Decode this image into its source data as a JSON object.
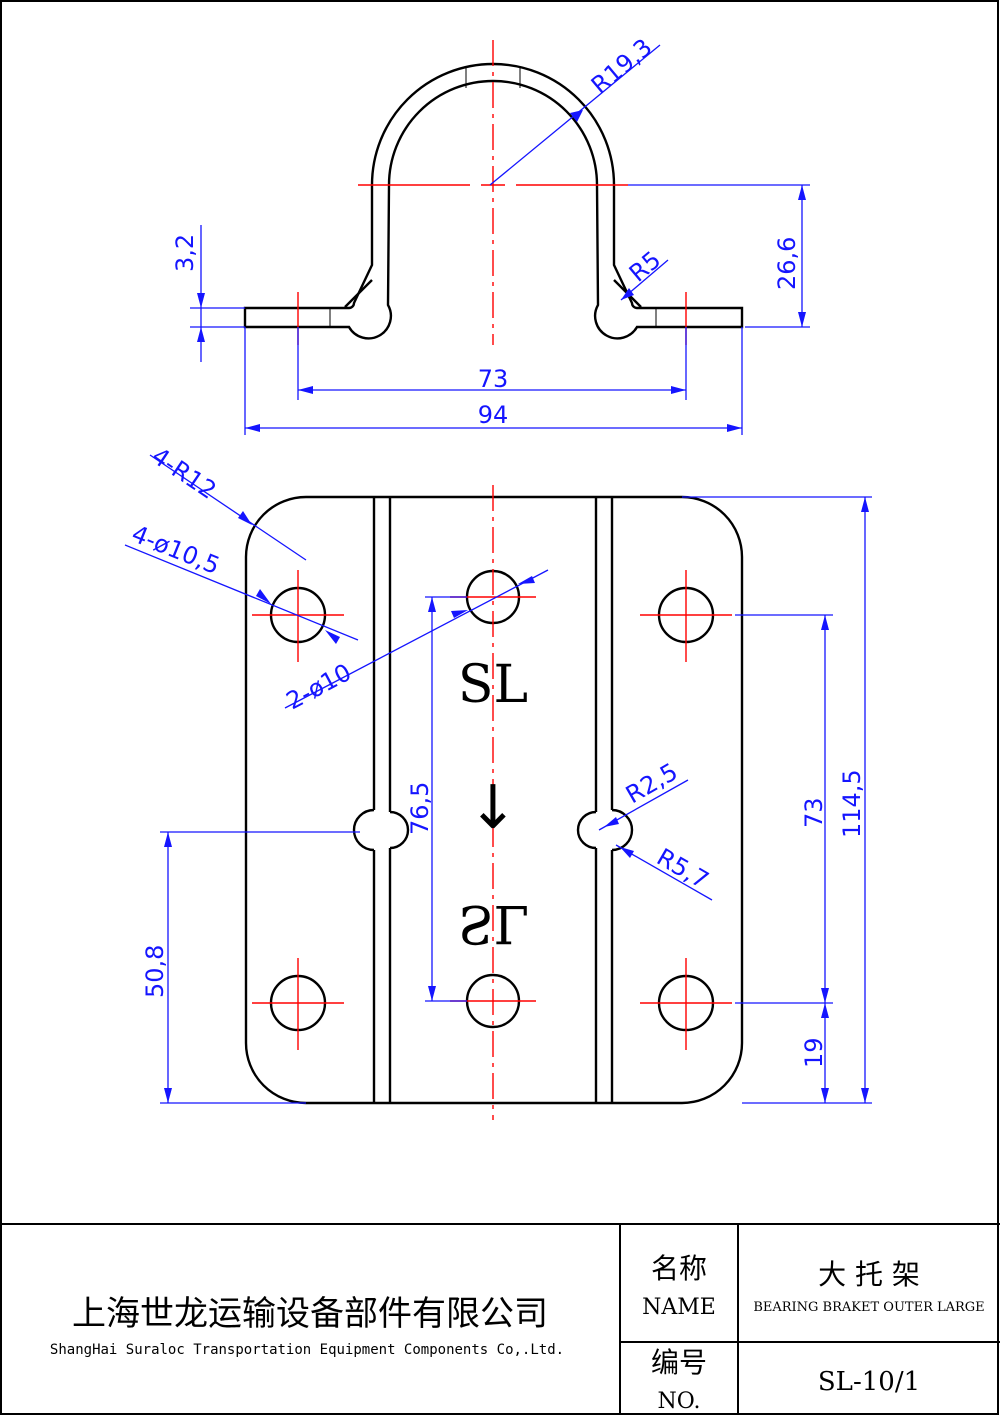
{
  "drawing": {
    "side_view": {
      "dims": {
        "r_top": "R19,3",
        "thickness": "3,2",
        "height": "26,6",
        "r_bend": "R5",
        "hole_pitch": "73",
        "overall_width": "94"
      }
    },
    "plan_view": {
      "dims": {
        "corner_radius": "4-R12",
        "outer_holes": "4-ø10,5",
        "center_holes": "2-ø10",
        "center_pitch": "76,5",
        "notch_small": "R2,5",
        "notch_large": "R5,7",
        "notch_height": "50,8",
        "side_pitch": "73",
        "overall_length": "114,5",
        "edge_offset": "19"
      },
      "marking": {
        "top": "SL",
        "arrow": "↓",
        "bottom": "SL"
      }
    }
  },
  "title_block": {
    "company_cn": "上海世龙运输设备部件有限公司",
    "company_en": "ShangHai Suraloc Transportation Equipment Components Co,.Ltd.",
    "name_label_cn": "名称",
    "name_label_en": "NAME",
    "part_name_cn": "大 托 架",
    "part_name_en": "BEARING BRAKET OUTER LARGE",
    "number_label_cn": "编号",
    "number_label_en": "NO.",
    "part_number": "SL-10/1"
  }
}
